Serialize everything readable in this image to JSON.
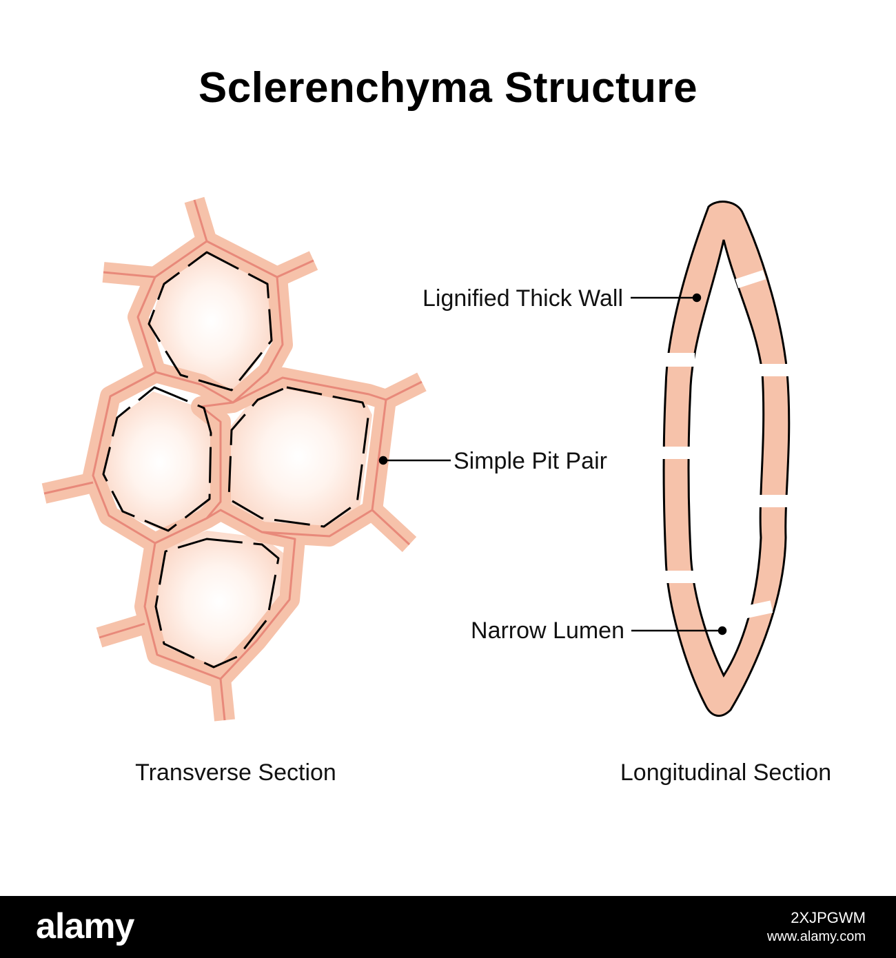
{
  "title": "Sclerenchyma Structure",
  "labels": {
    "lignified_wall": "Lignified Thick Wall",
    "pit_pair": "Simple Pit Pair",
    "lumen": "Narrow Lumen",
    "transverse": "Transverse Section",
    "longitudinal": "Longitudinal Section"
  },
  "footer": {
    "logo": "alamy",
    "image_id": "2XJPGWM",
    "url": "www.alamy.com"
  },
  "colors": {
    "wall": "#f6c2aa",
    "middle_lamella": "#e8897a",
    "outline": "#000000",
    "lumen_center": "#ffffff",
    "lumen_edge": "#fbd9c9"
  }
}
